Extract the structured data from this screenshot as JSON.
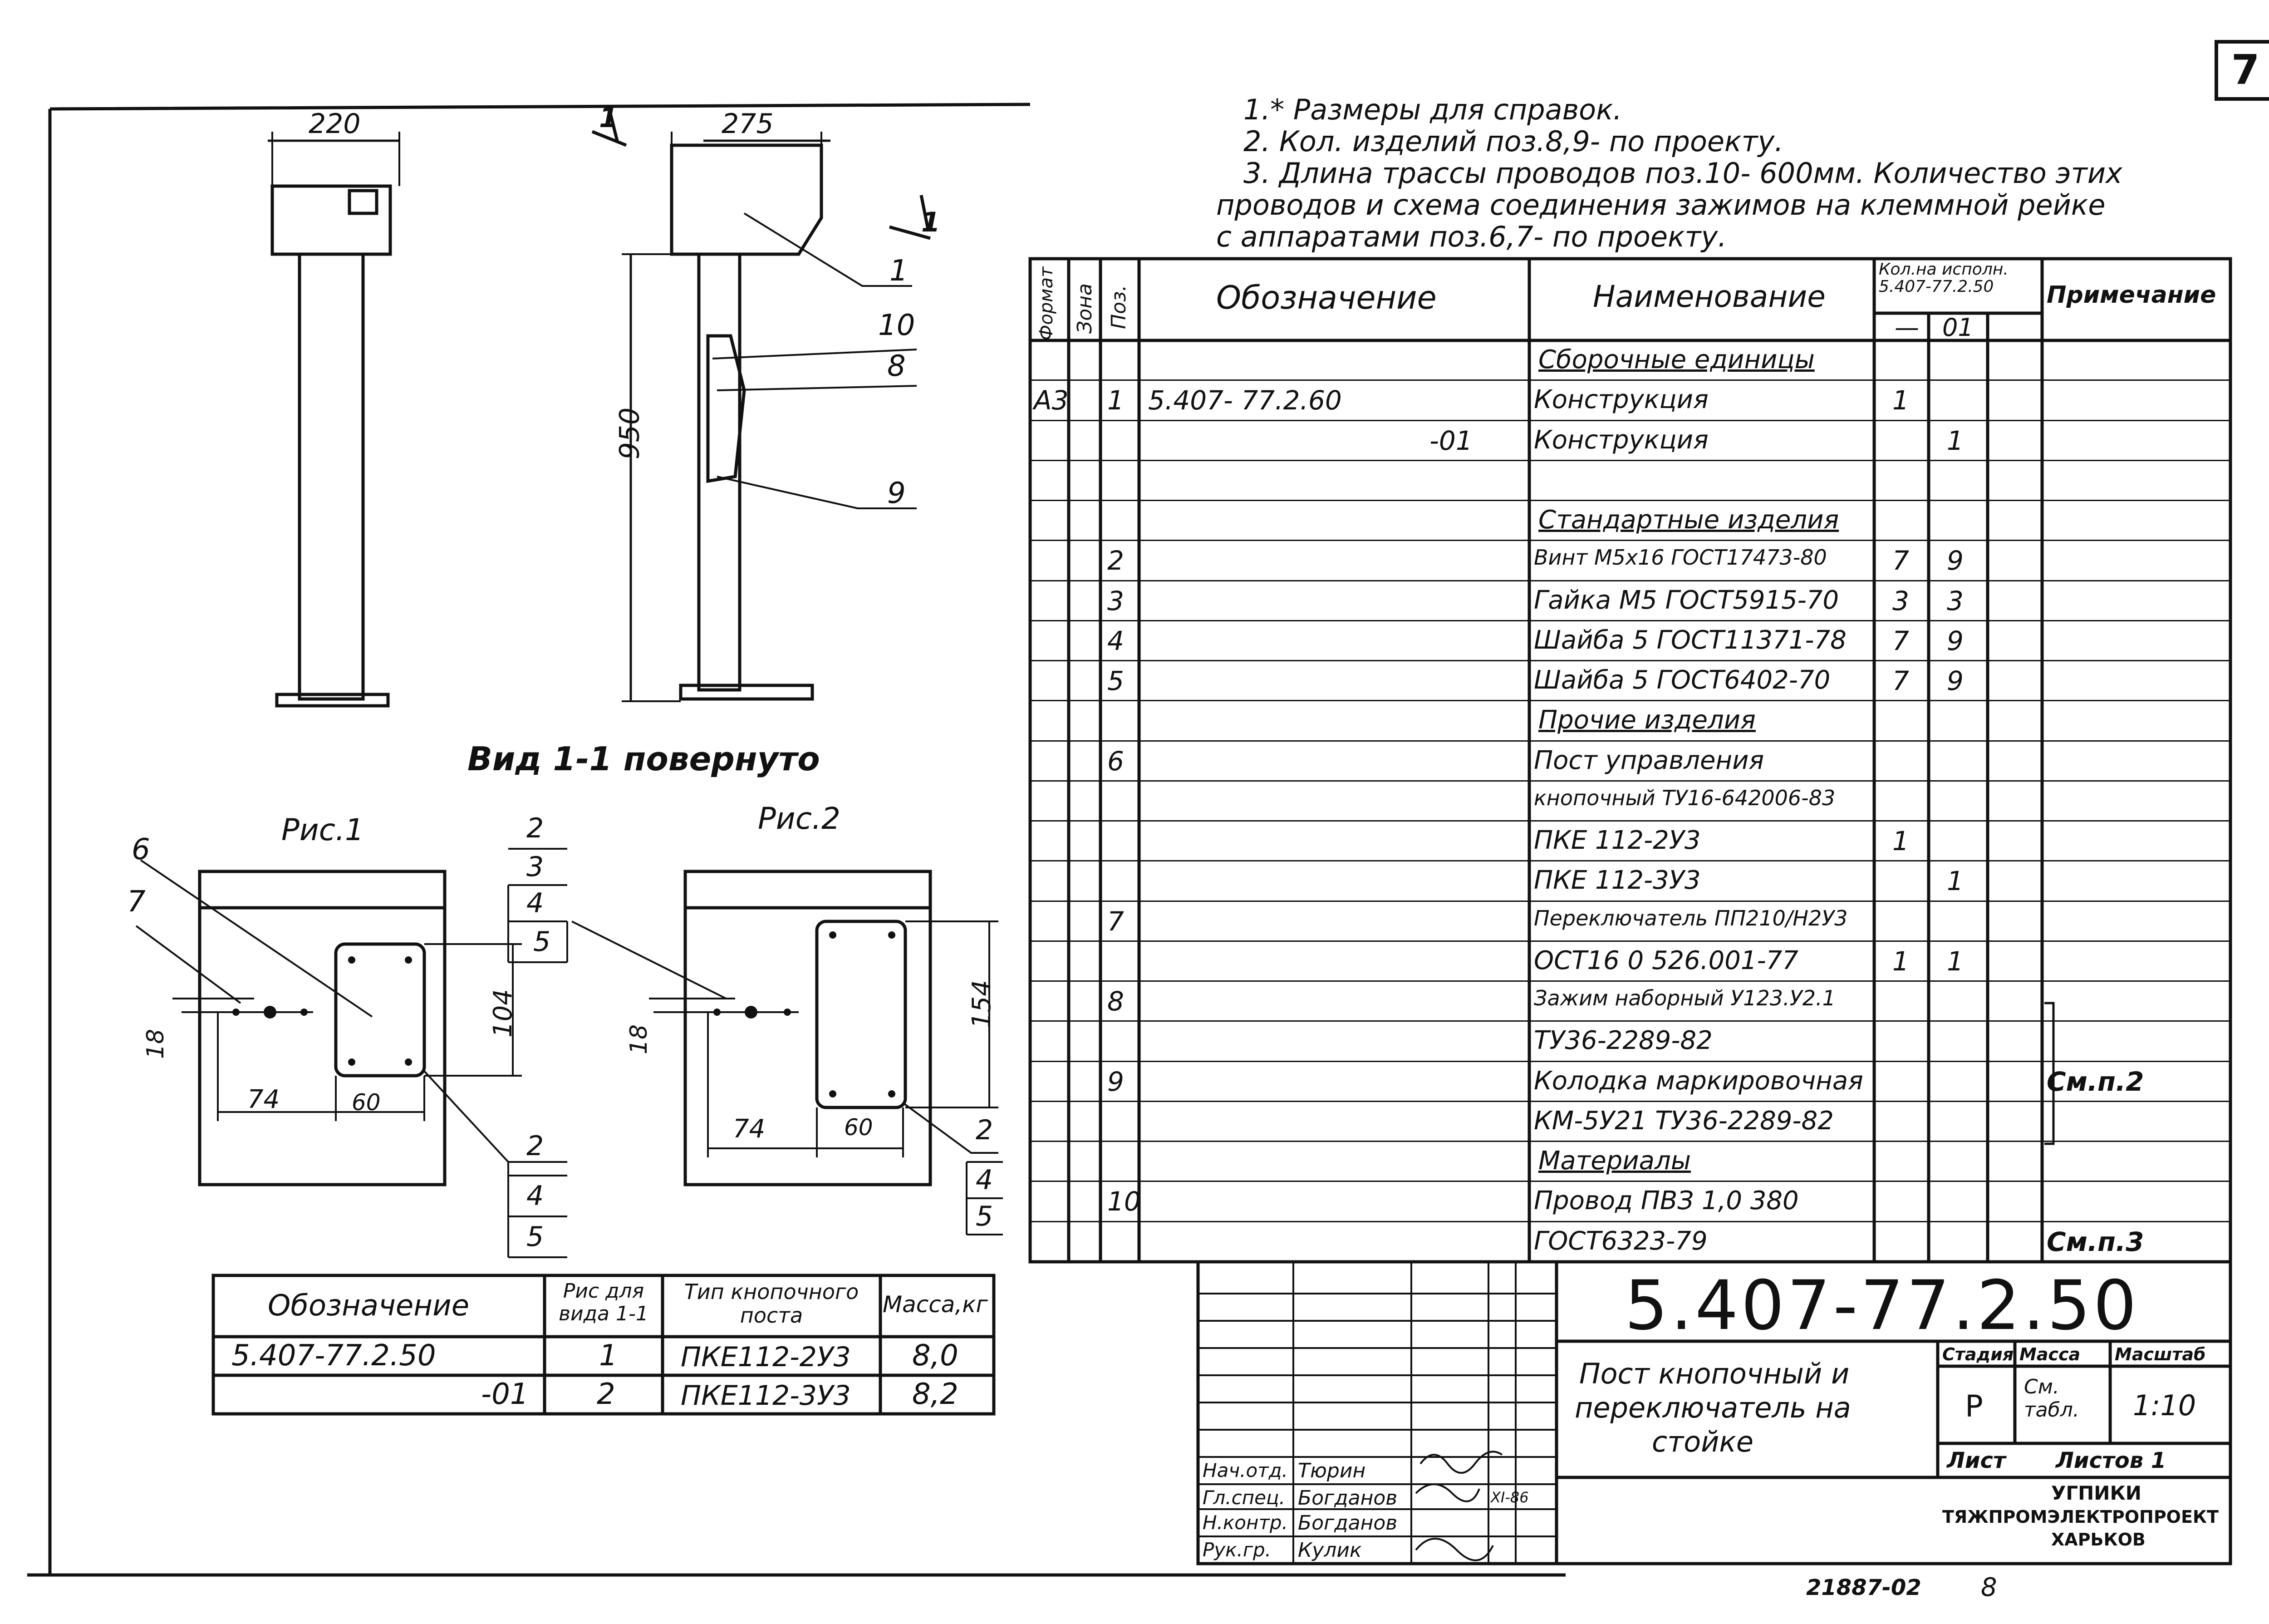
{
  "sheet_number": "7",
  "notes": [
    "1.* Размеры для справок.",
    "2. Кол. изделий поз.8,9- по проекту.",
    "3. Длина трассы проводов поз.10- 600мм. Количество этих",
    "проводов и схема соединения зажимов на клеммной рейке",
    "с аппаратами поз.6,7- по проекту."
  ],
  "drawing": {
    "view_title": "Вид 1-1 повернуто",
    "fig1_title": "Рис.1",
    "fig2_title": "Рис.2",
    "front_dims": {
      "width": "220",
      "height": "950"
    },
    "side_dims": {
      "width": "275",
      "section": "1"
    },
    "callouts": {
      "c1": "1",
      "c10": "10",
      "c8": "8",
      "c9": "9"
    },
    "fig1": {
      "pos6": "6",
      "pos7": "7",
      "d18": "18",
      "d74": "74",
      "d60": "60",
      "d104": "104",
      "stack_top": [
        "2",
        "3",
        "4",
        "5"
      ],
      "stack_bottom": [
        "2",
        "4",
        "5"
      ]
    },
    "fig2": {
      "d18": "18",
      "d74": "74",
      "d60": "60",
      "d154": "154",
      "stack": [
        "2",
        "4",
        "5"
      ]
    }
  },
  "variants_table": {
    "headers": [
      "Обозначение",
      "Рис для вида 1-1",
      "Тип кнопочного поста",
      "Масса,кг"
    ],
    "rows": [
      [
        "5.407-77.2.50",
        "1",
        "ПКЕ112-2У3",
        "8,0"
      ],
      [
        "-01",
        "2",
        "ПКЕ112-3У3",
        "8,2"
      ]
    ]
  },
  "spec_table": {
    "headers": {
      "format": "Формат",
      "zone": "Зона",
      "pos": "Поз.",
      "designation": "Обозначение",
      "name": "Наименование",
      "qty": "Кол.на исполн. 5.407-77.2.50",
      "qty_a": "—",
      "qty_b": "01",
      "note": "Примечание"
    },
    "rows": [
      {
        "fmt": "",
        "pos": "",
        "des": "",
        "name": "Сборочные единицы",
        "u": true,
        "a": "",
        "b": "",
        "note": ""
      },
      {
        "fmt": "А3",
        "pos": "1",
        "des": "5.407- 77.2.60",
        "name": "Конструкция",
        "a": "1",
        "b": "",
        "note": ""
      },
      {
        "fmt": "",
        "pos": "",
        "des": "-01",
        "name": "Конструкция",
        "a": "",
        "b": "1",
        "note": ""
      },
      {
        "fmt": "",
        "pos": "",
        "des": "",
        "name": "",
        "a": "",
        "b": "",
        "note": ""
      },
      {
        "fmt": "",
        "pos": "",
        "des": "",
        "name": "Стандартные изделия",
        "u": true,
        "a": "",
        "b": "",
        "note": ""
      },
      {
        "fmt": "",
        "pos": "2",
        "des": "",
        "name": "Винт М5х16 ГОСТ17473-80",
        "a": "7",
        "b": "9",
        "note": ""
      },
      {
        "fmt": "",
        "pos": "3",
        "des": "",
        "name": "Гайка М5 ГОСТ5915-70",
        "a": "3",
        "b": "3",
        "note": ""
      },
      {
        "fmt": "",
        "pos": "4",
        "des": "",
        "name": "Шайба 5 ГОСТ11371-78",
        "a": "7",
        "b": "9",
        "note": ""
      },
      {
        "fmt": "",
        "pos": "5",
        "des": "",
        "name": "Шайба 5 ГОСТ6402-70",
        "a": "7",
        "b": "9",
        "note": ""
      },
      {
        "fmt": "",
        "pos": "",
        "des": "",
        "name": "Прочие изделия",
        "u": true,
        "a": "",
        "b": "",
        "note": ""
      },
      {
        "fmt": "",
        "pos": "6",
        "des": "",
        "name": "Пост управления",
        "a": "",
        "b": "",
        "note": ""
      },
      {
        "fmt": "",
        "pos": "",
        "des": "",
        "name": "кнопочный ТУ16-642006-83",
        "a": "",
        "b": "",
        "note": ""
      },
      {
        "fmt": "",
        "pos": "",
        "des": "",
        "name": "ПКЕ 112-2У3",
        "a": "1",
        "b": "",
        "note": ""
      },
      {
        "fmt": "",
        "pos": "",
        "des": "",
        "name": "ПКЕ 112-3У3",
        "a": "",
        "b": "1",
        "note": ""
      },
      {
        "fmt": "",
        "pos": "7",
        "des": "",
        "name": "Переключатель ПП210/Н2У3",
        "a": "",
        "b": "",
        "note": ""
      },
      {
        "fmt": "",
        "pos": "",
        "des": "",
        "name": "ОСТ16 0 526.001-77",
        "a": "1",
        "b": "1",
        "note": ""
      },
      {
        "fmt": "",
        "pos": "8",
        "des": "",
        "name": "Зажим наборный У123.У2.1",
        "a": "",
        "b": "",
        "note": ""
      },
      {
        "fmt": "",
        "pos": "",
        "des": "",
        "name": "ТУ36-2289-82",
        "a": "",
        "b": "",
        "note": ""
      },
      {
        "fmt": "",
        "pos": "9",
        "des": "",
        "name": "Колодка маркировочная",
        "a": "",
        "b": "",
        "note": "См.п.2"
      },
      {
        "fmt": "",
        "pos": "",
        "des": "",
        "name": "КМ-5У21 ТУ36-2289-82",
        "a": "",
        "b": "",
        "note": ""
      },
      {
        "fmt": "",
        "pos": "",
        "des": "",
        "name": "Материалы",
        "u": true,
        "a": "",
        "b": "",
        "note": ""
      },
      {
        "fmt": "",
        "pos": "10",
        "des": "",
        "name": "Провод ПВЗ 1,0   380",
        "a": "",
        "b": "",
        "note": ""
      },
      {
        "fmt": "",
        "pos": "",
        "des": "",
        "name": "ГОСТ6323-79",
        "a": "",
        "b": "",
        "note": "См.п.3"
      }
    ]
  },
  "title_block": {
    "code": "5.407-77.2.50",
    "title": [
      "Пост кнопочный и",
      "переключатель на",
      "стойке"
    ],
    "stage_label": "Стадия",
    "mass_label": "Масса",
    "scale_label": "Масштаб",
    "stage": "Р",
    "mass": "См. табл.",
    "scale": "1:10",
    "sheet_label": "Лист",
    "sheets_label": "Листов 1",
    "org": [
      "УГПИКИ",
      "ТЯЖПРОМЭЛЕКТРОПРОЕКТ",
      "ХАРЬКОВ"
    ],
    "signatures": [
      {
        "role": "Нач.отд.",
        "name": "Тюрин"
      },
      {
        "role": "Гл.спец.",
        "name": "Богданов"
      },
      {
        "role": "Н.контр.",
        "name": "Богданов"
      },
      {
        "role": "Рук.гр.",
        "name": "Кулик"
      }
    ],
    "date": "XI-86"
  },
  "footer": {
    "inventory": "21887-02",
    "page": "8"
  }
}
